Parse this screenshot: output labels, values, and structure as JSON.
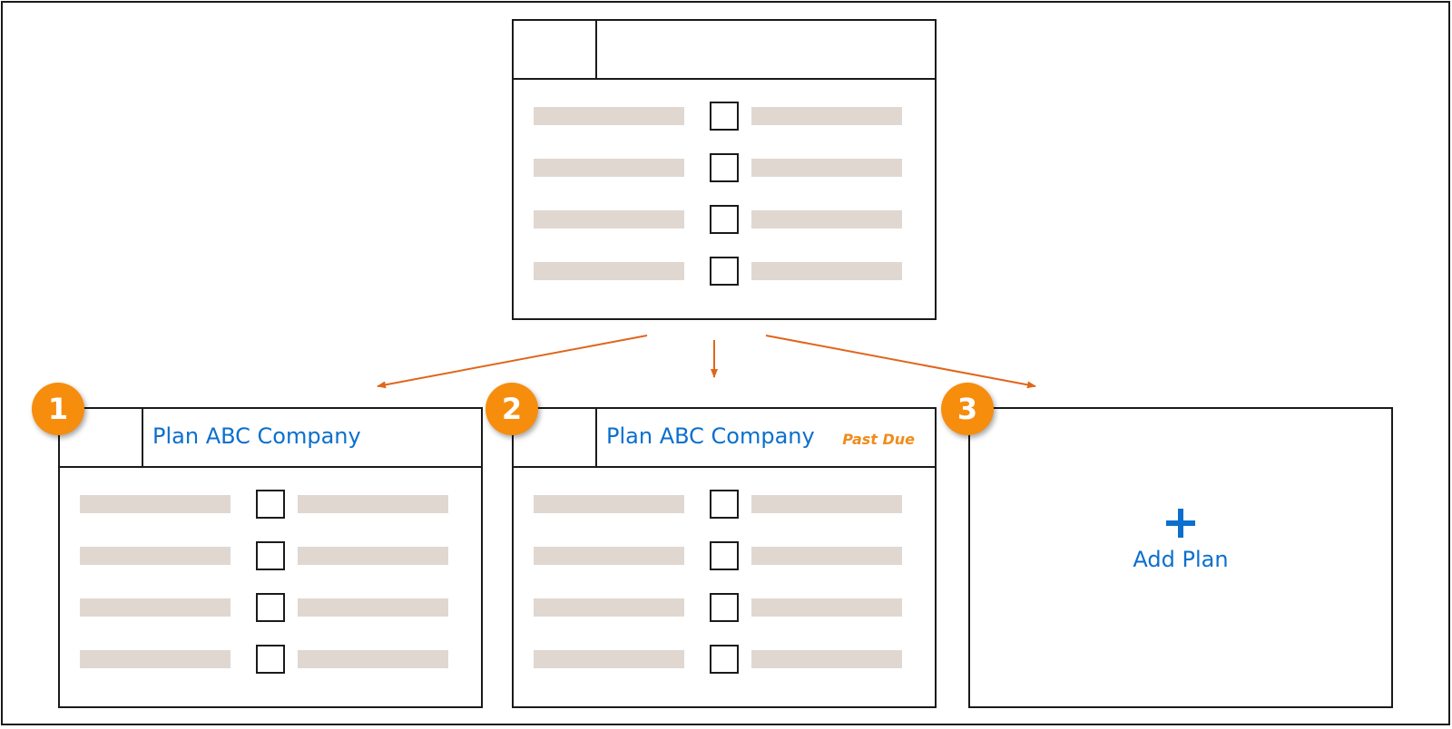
{
  "colors": {
    "accent_blue": "#0b6fce",
    "badge_orange": "#f78d0d",
    "arrow_orange": "#e0661a",
    "status_orange": "#f08c1c",
    "placeholder_bar": "#e0d7d1"
  },
  "template_card": {
    "row_count": 4
  },
  "cards": [
    {
      "badge": "1",
      "title": "Plan ABC Company",
      "status": ""
    },
    {
      "badge": "2",
      "title": "Plan ABC Company",
      "status": "Past Due"
    },
    {
      "badge": "3",
      "add_label": "Add Plan",
      "icon": "plus-icon"
    }
  ]
}
